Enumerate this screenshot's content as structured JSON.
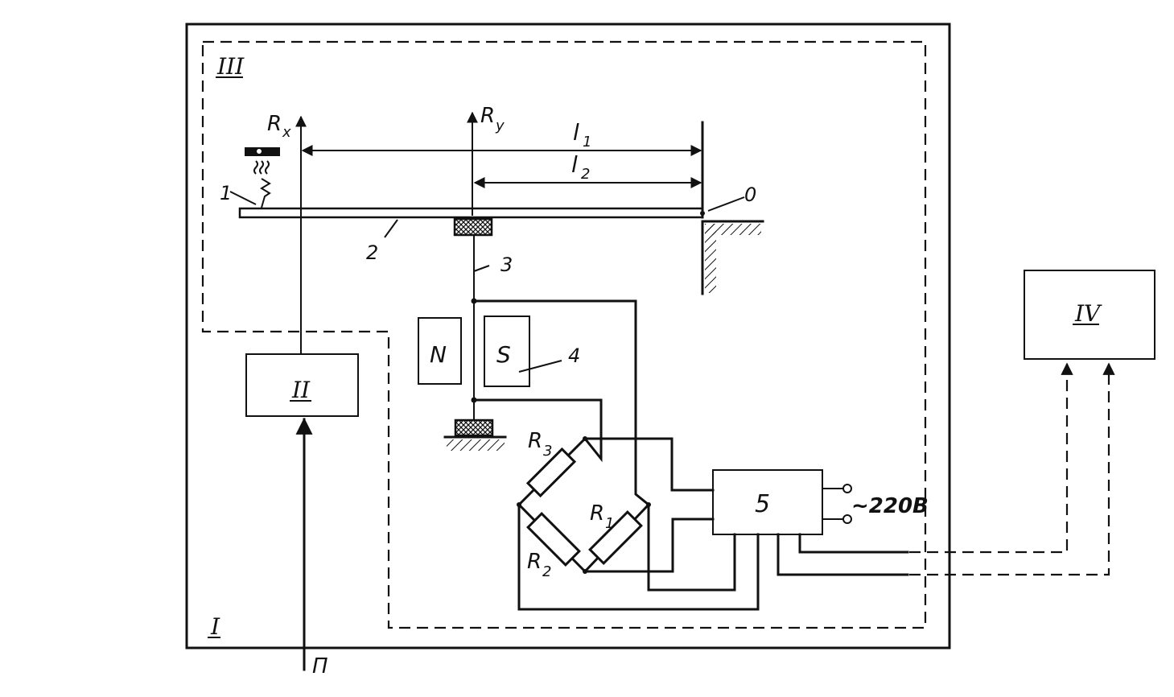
{
  "labels": {
    "block_I": "I",
    "block_II": "II",
    "block_III": "III",
    "block_IV": "IV",
    "force_x": "R",
    "force_x_sub": "x",
    "force_y": "R",
    "force_y_sub": "y",
    "length_1": "l",
    "length_1_sub": "1",
    "length_2": "l",
    "length_2_sub": "2",
    "pivot": "0",
    "part_1": "1",
    "part_2": "2",
    "part_3": "3",
    "part_4": "4",
    "block_5": "5",
    "magnet_N": "N",
    "magnet_S": "S",
    "resistor_1": "R",
    "resistor_1_sub": "1",
    "resistor_2": "R",
    "resistor_2_sub": "2",
    "resistor_3": "R",
    "resistor_3_sub": "3",
    "power_supply": "~220B",
    "input_flow": "П"
  }
}
